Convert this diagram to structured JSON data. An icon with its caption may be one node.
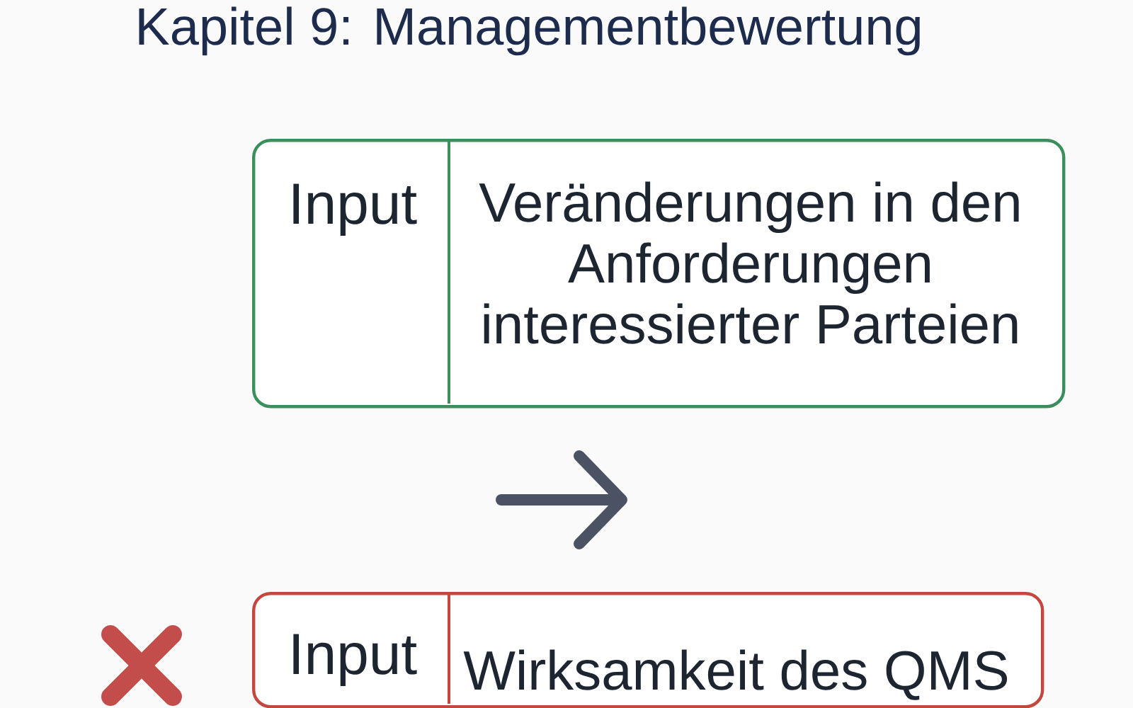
{
  "diagram": {
    "title": "Kapitel 9: Managementbewertung",
    "nodes": [
      {
        "text": [
          "Input",
          "Veränderungen in den Anforderungen interessierter Parteien"
        ]
      },
      {
        "text": [
          "Input",
          "Wirksamkeit des QMS"
        ]
      }
    ]
  }
}
